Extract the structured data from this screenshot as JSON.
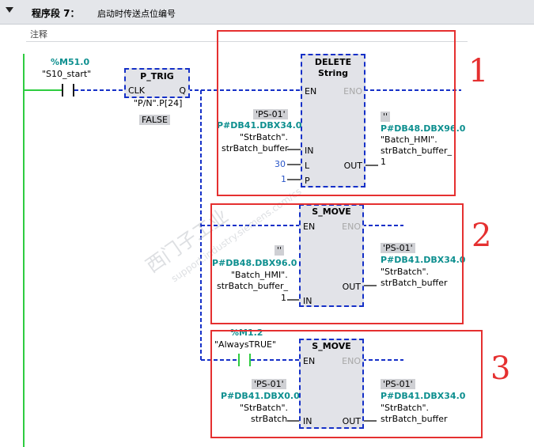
{
  "header": {
    "segment_title": "程序段 7：",
    "segment_desc": "启动时传送点位编号",
    "comment_label": "注释"
  },
  "contact_start": {
    "address": "%M51.0",
    "symbol": "\"S10_start\""
  },
  "p_trig": {
    "title": "P_TRIG",
    "clk": "CLK",
    "q": "Q",
    "operand": "\"P/N\".P[24]",
    "state": "FALSE"
  },
  "delete_box": {
    "title": "DELETE",
    "subtitle": "String",
    "en": "EN",
    "eno": "ENO",
    "in_tag": "'PS-01'",
    "in_addr": "P#DB41.DBX34.0",
    "in_line1": "\"StrBatch\".",
    "in_line2": "strBatch_buffer",
    "pin_in": "IN",
    "l_value": "30",
    "pin_l": "L",
    "p_value": "1",
    "pin_p": "P",
    "out_tag": "''",
    "out_addr": "P#DB48.DBX96.0",
    "out_line1": "\"Batch_HMI\".",
    "out_line2": "strBatch_buffer_",
    "out_line3": "1",
    "pin_out": "OUT"
  },
  "smove1": {
    "title": "S_MOVE",
    "en": "EN",
    "eno": "ENO",
    "in_tag": "''",
    "in_addr": "P#DB48.DBX96.0",
    "in_line1": "\"Batch_HMI\".",
    "in_line2": "strBatch_buffer_",
    "in_line3": "1",
    "pin_in": "IN",
    "out_tag": "'PS-01'",
    "out_addr": "P#DB41.DBX34.0",
    "out_line1": "\"StrBatch\".",
    "out_line2": "strBatch_buffer",
    "pin_out": "OUT"
  },
  "contact_always": {
    "address": "%M1.2",
    "symbol": "\"AlwaysTRUE\""
  },
  "smove2": {
    "title": "S_MOVE",
    "en": "EN",
    "eno": "ENO",
    "in_tag": "'PS-01'",
    "in_addr": "P#DB41.DBX0.0",
    "in_line1": "\"StrBatch\".",
    "in_line2": "strBatch",
    "pin_in": "IN",
    "out_tag": "'PS-01'",
    "out_addr": "P#DB41.DBX34.0",
    "out_line1": "\"StrBatch\".",
    "out_line2": "strBatch_buffer",
    "pin_out": "OUT"
  },
  "annotations": {
    "n1": "1",
    "n2": "2",
    "n3": "3"
  },
  "watermark": {
    "text1": "西门子工业",
    "text2": "support.industry.siemens.com/cs"
  },
  "colors": {
    "wire": "#1530c8",
    "power_rail": "#2ecc40",
    "highlight": "#e53030",
    "address": "#0d8f8f"
  }
}
